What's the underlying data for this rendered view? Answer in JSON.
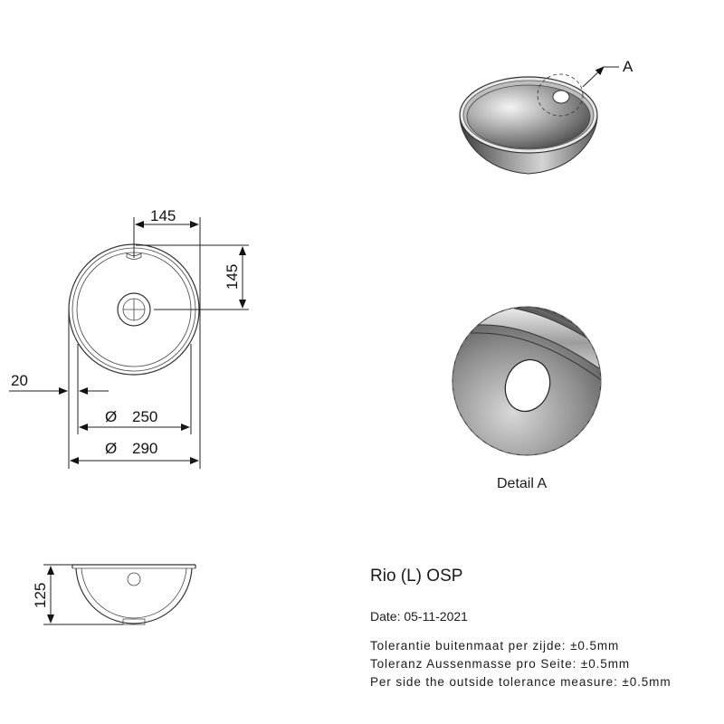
{
  "drawing": {
    "product_name": "Rio (L) OSP",
    "date_label": "Date:",
    "date_value": "05-11-2021",
    "tolerances": [
      {
        "text": "Tolerantie buitenmaat per zijde:",
        "value": "±0.5mm"
      },
      {
        "text": "Toleranz Aussenmasse pro Seite:",
        "value": "±0.5mm"
      },
      {
        "text": "Per side the outside tolerance measure:",
        "value": "±0.5mm"
      }
    ]
  },
  "dimensions": {
    "width_offset": "145",
    "height_offset": "145",
    "rim": "20",
    "inner_diameter": "250",
    "outer_diameter": "290",
    "depth": "125",
    "diameter_symbol": "Ø"
  },
  "detail": {
    "marker": "A",
    "caption": "Detail A"
  }
}
